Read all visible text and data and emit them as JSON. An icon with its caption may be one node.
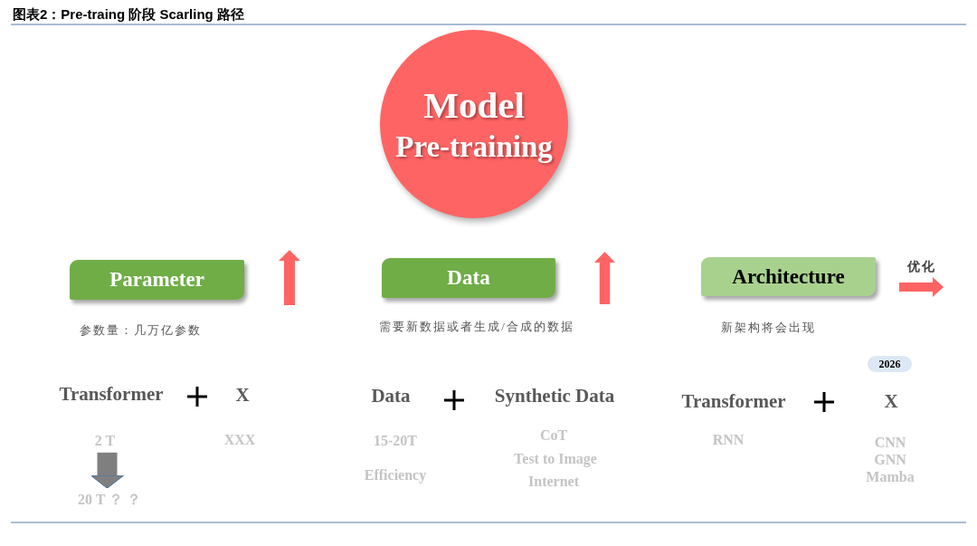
{
  "diagram": {
    "title": "图表2：Pre-traing 阶段 Scarling 路径",
    "nodes": [
      {
        "text": [
          "Model",
          "Pre-training"
        ]
      },
      {
        "text": [
          "Parameter"
        ],
        "beside": [
          "参数量：几万亿参数"
        ]
      },
      {
        "text": [
          "Data"
        ],
        "beside": [
          "需要新数据或者生成/合成的数据"
        ]
      },
      {
        "text": [
          "Architecture"
        ],
        "beside": [
          "新架构将会出现"
        ]
      },
      {
        "text": [
          "2026"
        ]
      },
      {
        "text": [
          "2 T"
        ]
      },
      {
        "text": [
          "20 T ？ ？"
        ]
      }
    ],
    "edges": [
      {
        "from": 5,
        "to": 6,
        "arrow": "to"
      }
    ],
    "labels": [
      "优化",
      "Transformer",
      "X",
      "Data",
      "Synthetic Data",
      "Transformer",
      "X",
      "XXX",
      "15-20T",
      "Efficiency",
      "CoT",
      "Test to Image",
      "Internet",
      "RNN",
      "CNN",
      "GNN",
      "Mamba"
    ]
  }
}
